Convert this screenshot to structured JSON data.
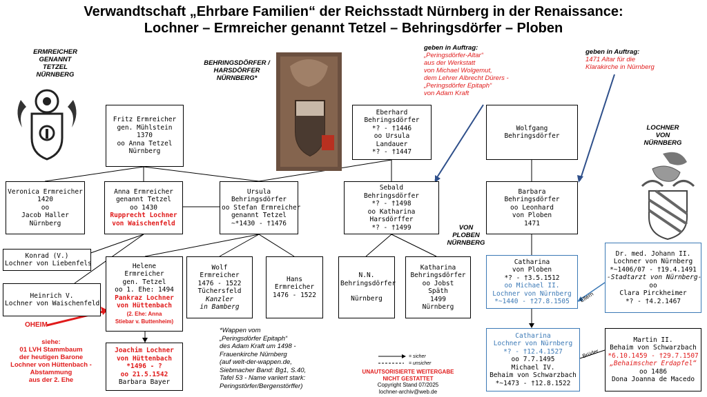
{
  "title": {
    "line1": "Verwandtschaft „Ehrbare Familien“ der Reichsstadt Nürnberg in der Renaissance:",
    "line2": "Lochner – Ermreicher genannt Tetzel – Behringsdörfer – Ploben"
  },
  "labels": {
    "ermreicher": [
      "ERMREICHER",
      "GENANNT",
      "TETZEL",
      "NÜRNBERG"
    ],
    "behringsdoerfer": [
      "BEHRINGSDÖRFER /",
      "HARSDÖRFER",
      "NÜRNBERG*"
    ],
    "lochner": [
      "LOCHNER",
      "VON",
      "NÜRNBERG"
    ],
    "ploben": [
      "VON",
      "PLOBEN",
      "NÜRNBERG"
    ]
  },
  "auftrag1": {
    "head": "geben in Auftrag:",
    "lines": [
      "„Peringsdörfer-Altar“",
      "aus der Werkstatt",
      "von Michael Wolgemut,",
      "dem Lehrer Albrecht Dürers -",
      "„Peringsdörfer Epitaph“",
      "von Adam Kraft"
    ]
  },
  "auftrag2": {
    "head": "geben in Auftrag:",
    "lines": [
      "1471 Altar für die",
      "Klarakirche in Nürnberg"
    ]
  },
  "boxes": {
    "fritz": [
      "Fritz Ermreicher",
      "gen. Mühlstein",
      "1370",
      "oo Anna Tetzel",
      "Nürnberg"
    ],
    "eberhard": [
      "Eberhard",
      "Behringsdörfer",
      "*? - †1446",
      "oo Ursula",
      "Landauer",
      "*? - †1447"
    ],
    "wolfgang": [
      "Wolfgang",
      "Behringsdörfer"
    ],
    "veronica": [
      "Veronica Ermreicher",
      "1420",
      "oo",
      "Jacob Haller",
      "Nürnberg"
    ],
    "anna": {
      "lines": [
        "Anna Ermreicher",
        "genannt Tetzel",
        "oo 1430"
      ],
      "red": [
        "Rupprecht Lochner",
        "von Waischenfeld"
      ]
    },
    "ursula": [
      "Ursula",
      "Behringsdörfer",
      "oo Stefan Ermreicher",
      "genannt Tetzel",
      "~*1430 - †1476"
    ],
    "sebald": [
      "Sebald",
      "Behringsdörfer",
      "*? - †1498",
      "oo Katharina",
      "Harsdörffer",
      "*? - †1499"
    ],
    "barbara": [
      "Barbara",
      "Behringsdörfer",
      "oo Leonhard",
      "von Ploben",
      "1471"
    ],
    "konrad": [
      "Konrad (V.)",
      "Lochner von Liebenfels"
    ],
    "heinrich": [
      "Heinrich V.",
      "Lochner von Waischenfeld"
    ],
    "helene": {
      "lines": [
        "Helene",
        "Ermreicher",
        "gen. Tetzel",
        "oo 1. Ehe: 1494"
      ],
      "red": [
        "Pankraz Lochner",
        "von Hüttenbach"
      ],
      "red_small": [
        "(2. Ehe: Anna",
        "Stiebar v. Buttenheim)"
      ]
    },
    "wolf": {
      "lines": [
        "Wolf",
        "Ermreicher",
        "1476 - 1522",
        "Tüchersfeld"
      ],
      "italic": [
        "Kanzler",
        "in Bamberg"
      ]
    },
    "hans": [
      "Hans",
      "Ermreicher",
      "1476 - 1522"
    ],
    "nn": [
      "N.N.",
      "Behringsdörfer",
      "",
      "Nürnberg"
    ],
    "katharina": [
      "Katharina",
      "Behringsdörfer",
      "oo Jobst",
      "Späth",
      "1499",
      "Nürnberg"
    ],
    "catharina1": {
      "lines": [
        "Catharina",
        "von Ploben",
        "*? - †3.5.1512",
        "oo Michael II."
      ],
      "blue": [
        "Lochner von Nürnberg",
        "*~1440 - †27.8.1505"
      ]
    },
    "johann": {
      "lines": [
        "Dr. med. Johann II.",
        "Lochner von Nürnberg",
        "*~1406/07 - †19.4.1491"
      ],
      "italic": [
        "-Stadtarzt von Nürnberg-"
      ],
      "lines2": [
        "oo",
        "Clara Pirckheimer",
        "*? - †4.2.1467"
      ]
    },
    "joachim": {
      "red": [
        "Joachim Lochner",
        "von Hüttenbach",
        "*1496 - ?",
        "oo 21.5.1542"
      ],
      "lines": [
        "Barbara Bayer"
      ]
    },
    "catharina2": {
      "blue": [
        "Catharina",
        "Lochner von Nürnberg",
        "*? - †12.4.1527"
      ],
      "lines": [
        "oo 7.7.1495",
        "Michael IV.",
        "Behaim von Schwarzbach",
        "*~1473 - †12.8.1522"
      ]
    },
    "martin": {
      "lines": [
        "Martin II.",
        "Behaim von Schwarzbach"
      ],
      "red": [
        "*6.10.1459 - †29.7.1507",
        "„Behaimscher Erdapfel“"
      ],
      "lines2": [
        "oo 1486",
        "Dona Joanna de Macedo"
      ]
    }
  },
  "oheim": "OHEIM",
  "siehe": [
    "siehe:",
    "01 LVH Stammbaum",
    "der heutigen Barone",
    "Lochner von Hüttenbach -",
    "Abstammung",
    "aus der 2. Ehe"
  ],
  "wappen": [
    "*Wappen vom",
    "„Peringsdörfer Epitaph“",
    "des Adam Kraft um 1498 -",
    "Frauenkirche Nürnberg",
    "(auf welt-der-wappen.de,",
    "Siebmacher Band: Bg1, S.40,",
    "Tafel 53 - Name variiert stark:",
    "Peringstörfer/Bergenstörffer)"
  ],
  "legend": {
    "sure": "= sicher",
    "unsure": "= unsicher"
  },
  "copyright": [
    "UNAUTSORISIERTE WEITERGABE",
    "NICHT GESTATTET",
    "Copyright Stand 07/2025",
    "lochner-archiv@web.de"
  ],
  "eltern": "Eltern",
  "brueder": "Brüder",
  "colors": {
    "red": "#e01b1b",
    "blue": "#3a78b5"
  }
}
